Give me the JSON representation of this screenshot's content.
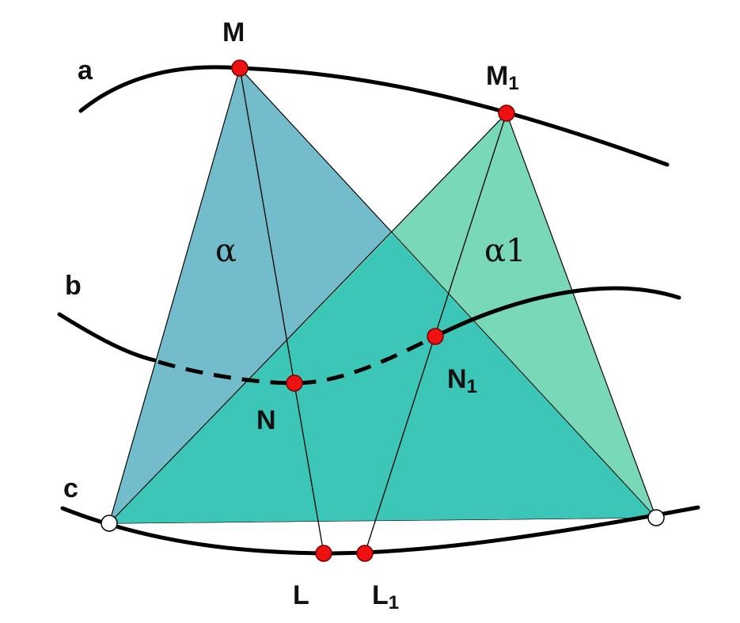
{
  "labels": {
    "curve_a": "a",
    "curve_b": "b",
    "curve_c": "c",
    "point_M": "M",
    "point_M1_base": "M",
    "point_M1_sub": "1",
    "point_N": "N",
    "point_N1_base": "N",
    "point_N1_sub": "1",
    "point_L": "L",
    "point_L1_base": "L",
    "point_L1_sub": "1",
    "plane_alpha": "α",
    "plane_alpha1_base": "α",
    "plane_alpha1_sub": "1"
  },
  "colors": {
    "triangle_alpha": "#72bccb",
    "triangle_alpha1": "#79d8b8",
    "triangle_overlap": "#3cc6b8",
    "point_fill": "#ee1111",
    "open_point_fill": "#ffffff",
    "curve": "#000000"
  }
}
